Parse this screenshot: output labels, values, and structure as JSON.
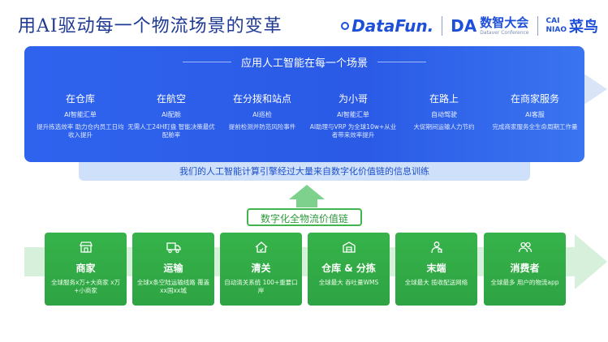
{
  "header": {
    "title": "用AI驱动每一个物流场景的变革",
    "logos": {
      "datafun": "DataFun.",
      "da_mark": "DA",
      "da_cn": "数智大会",
      "da_en": "Dataver Conference",
      "cainiao_en_1": "CAI",
      "cainiao_en_2": "NIAO",
      "cainiao_cn": "菜鸟"
    }
  },
  "panel": {
    "heading": "应用人工智能在每一个场景",
    "scenes": [
      {
        "title": "在仓库",
        "sub": "AI智能汇单",
        "desc": "提升拣选效率 助力仓内员工日均收入提升"
      },
      {
        "title": "在航空",
        "sub": "AI配舱",
        "desc": "无需人工24H盯盘 智能决策最优配舱率"
      },
      {
        "title": "在分拨和站点",
        "sub": "AI巡检",
        "desc": "提前检测并防范风险事件"
      },
      {
        "title": "为小哥",
        "sub": "AI智能汇单",
        "desc": "AI助理与VRP 为全球10w+从业者带来效率提升"
      },
      {
        "title": "在路上",
        "sub": "自动驾驶",
        "desc": "大促期间运输人力节约"
      },
      {
        "title": "在商家服务",
        "sub": "AI客服",
        "desc": "完成商家服务全生命周期工作量"
      }
    ]
  },
  "band": {
    "text": "我们的人工智能计算引擎经过大量来自数字化价值链的信息训练"
  },
  "chain": {
    "label": "数字化全物流价值链"
  },
  "cards": [
    {
      "icon": "store-icon",
      "title": "商家",
      "desc": "全球服务x万+大商家 x万+小商家"
    },
    {
      "icon": "truck-icon",
      "title": "运输",
      "desc": "全球x条空陆运输线路 覆盖xx国xx城"
    },
    {
      "icon": "customs-icon",
      "title": "清关",
      "desc": "自动清关系统 100+重要口岸"
    },
    {
      "icon": "warehouse-icon",
      "title": "仓库 & 分拣",
      "desc": "全球最大 吞吐量WMS"
    },
    {
      "icon": "courier-icon",
      "title": "末端",
      "desc": "全球最大 揽收配送网络"
    },
    {
      "icon": "users-icon",
      "title": "消费者",
      "desc": "全球最多 用户的物流app"
    }
  ]
}
